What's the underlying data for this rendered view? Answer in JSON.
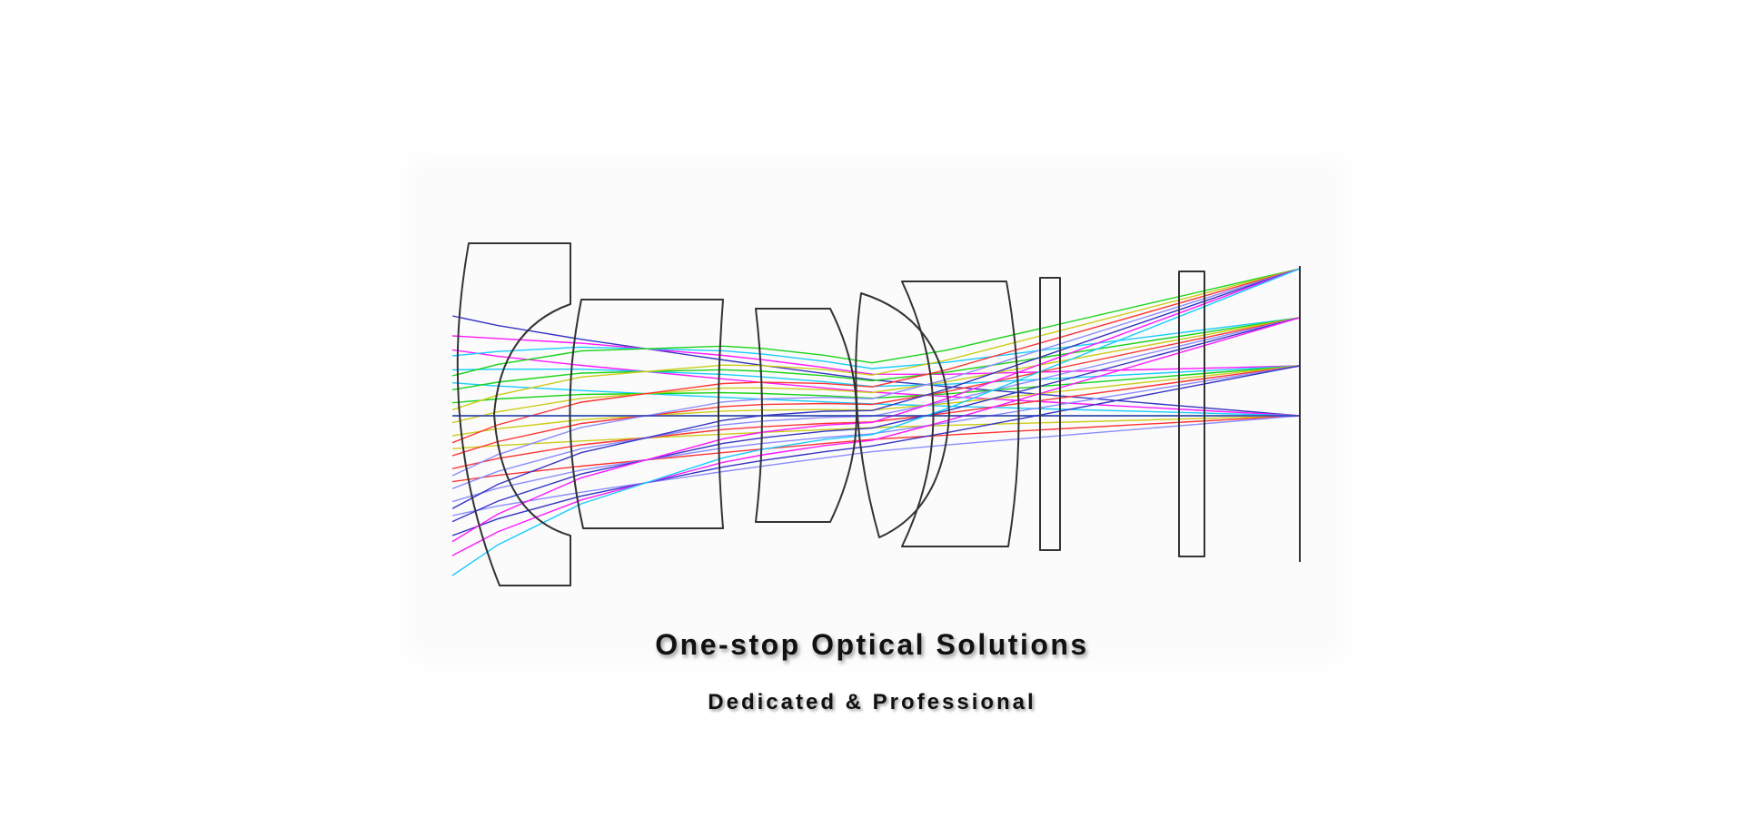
{
  "banner": {
    "headline": "One-stop Optical Solutions",
    "subheadline": "Dedicated & Professional"
  },
  "diagram": {
    "type": "optical-lens-ray-trace",
    "lens_outline_color": "#333333",
    "ray_colors": [
      "#2020c0",
      "#ff00ff",
      "#00c8ff",
      "#00d000",
      "#c8c800",
      "#ff2020",
      "#8080ff"
    ]
  }
}
